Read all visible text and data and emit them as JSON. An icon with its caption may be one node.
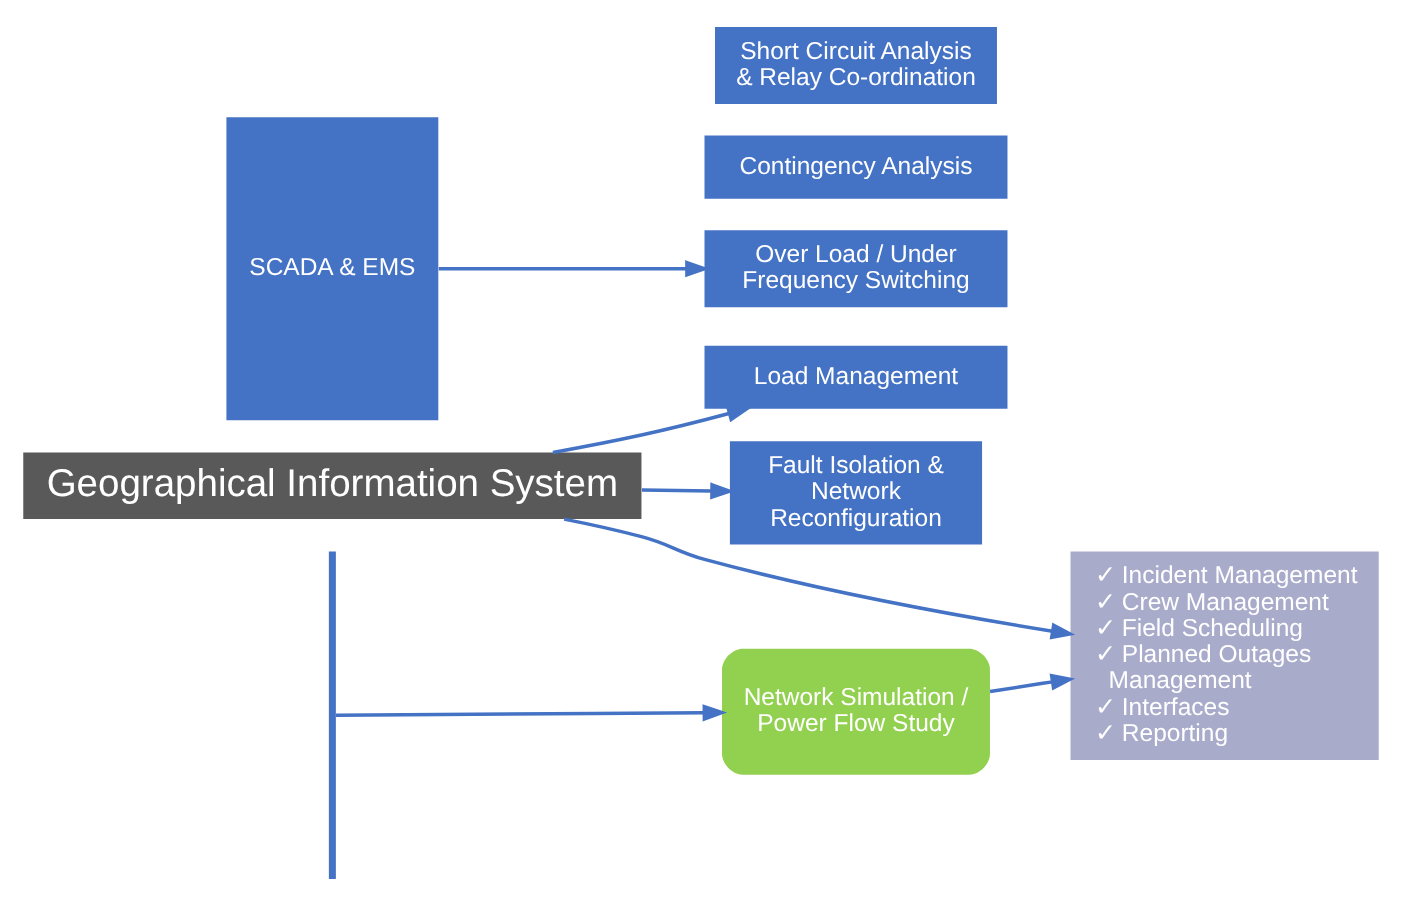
{
  "diagram": {
    "nodes": [
      {
        "text": [
          "Geographical Information System"
        ]
      },
      {
        "text": [
          "SCADA & EMS"
        ]
      },
      {
        "text": [
          "Load Management"
        ]
      },
      {
        "text": [
          "Over Load / Under Frequency Switching"
        ]
      },
      {
        "text": [
          "Contingency Analysis"
        ]
      },
      {
        "text": [],
        "shape": "bar"
      },
      {
        "text": [
          "Fault Isolation & Network Reconfiguration"
        ]
      },
      {
        "text": [
          "Network Simulation / Power Flow Study"
        ]
      },
      {
        "text": [
          "Short Circuit Analysis & Relay Co-ordination"
        ]
      },
      {
        "text": [
          "✓ Incident Management",
          "✓ Crew Management",
          "✓ Field Scheduling",
          "✓ Planned Outages Management",
          "✓ Interfaces",
          "✓ Reporting"
        ]
      }
    ],
    "edges": [
      {
        "from": 0,
        "to": 2,
        "arrow": "to"
      },
      {
        "from": 0,
        "to": 6,
        "arrow": "to"
      },
      {
        "from": 0,
        "to": 9,
        "arrow": "to"
      },
      {
        "from": 1,
        "to": 3,
        "arrow": "to"
      },
      {
        "from": 5,
        "to": 7,
        "arrow": "to"
      },
      {
        "from": 7,
        "to": 9,
        "arrow": "to"
      }
    ]
  }
}
